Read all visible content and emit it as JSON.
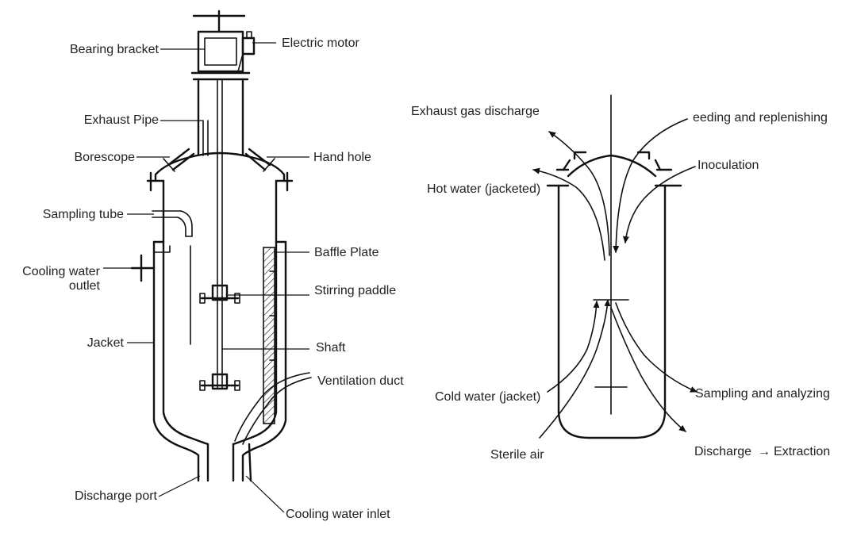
{
  "left_diagram": {
    "labels": {
      "bearing_bracket": "Bearing bracket",
      "electric_motor": "Electric motor",
      "exhaust_pipe": "Exhaust Pipe",
      "borescope": "Borescope",
      "hand_hole": "Hand hole",
      "sampling_tube": "Sampling tube",
      "cooling_water_outlet_line1": "Cooling water",
      "cooling_water_outlet_line2": "outlet",
      "baffle_plate": "Baffle Plate",
      "stirring_paddle": "Stirring paddle",
      "jacket": "Jacket",
      "shaft": "Shaft",
      "ventilation_duct": "Ventilation duct",
      "discharge_port": "Discharge port",
      "cooling_water_inlet": "Cooling water inlet"
    }
  },
  "right_diagram": {
    "labels": {
      "exhaust_gas_discharge": "Exhaust gas discharge",
      "feeding_replenishing": "eeding and replenishing",
      "inoculation": "Inoculation",
      "hot_water": "Hot water (jacketed)",
      "cold_water": "Cold water (jacket)",
      "sampling_analyzing": "Sampling and analyzing",
      "sterile_air": "Sterile air",
      "discharge": "Discharge",
      "arrow_glyph": "→",
      "extraction": "Extraction"
    }
  }
}
